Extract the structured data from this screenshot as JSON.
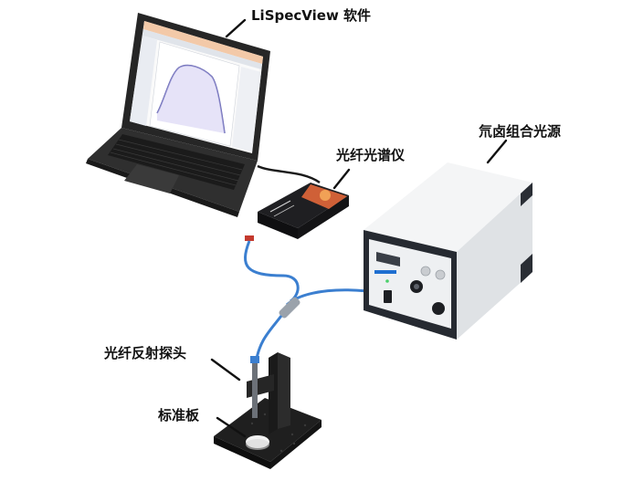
{
  "labels": {
    "software": "LiSpecView 软件",
    "spectrometer": "光纤光谱仪",
    "light_source": "氘卤组合光源",
    "probe": "光纤反射探头",
    "standard_board": "标准板"
  },
  "colors": {
    "fiber": "#3b7fd0",
    "laptop_body": "#2b2b2b",
    "spectrometer_body": "#1c1c1e",
    "source_housing": "#eef0f2",
    "source_panel": "#262a31",
    "board": "#1a1a1a",
    "calibration_disc": "#f2f2f2",
    "screen_curve": "#6f6fb8",
    "screen_fill": "#c8c0f0",
    "led_green": "#4bd06a",
    "brand_blue": "#1f6fd0"
  },
  "icons": {
    "probe_connector": "fiber-connector-icon",
    "power_switch": "power-switch-icon"
  }
}
